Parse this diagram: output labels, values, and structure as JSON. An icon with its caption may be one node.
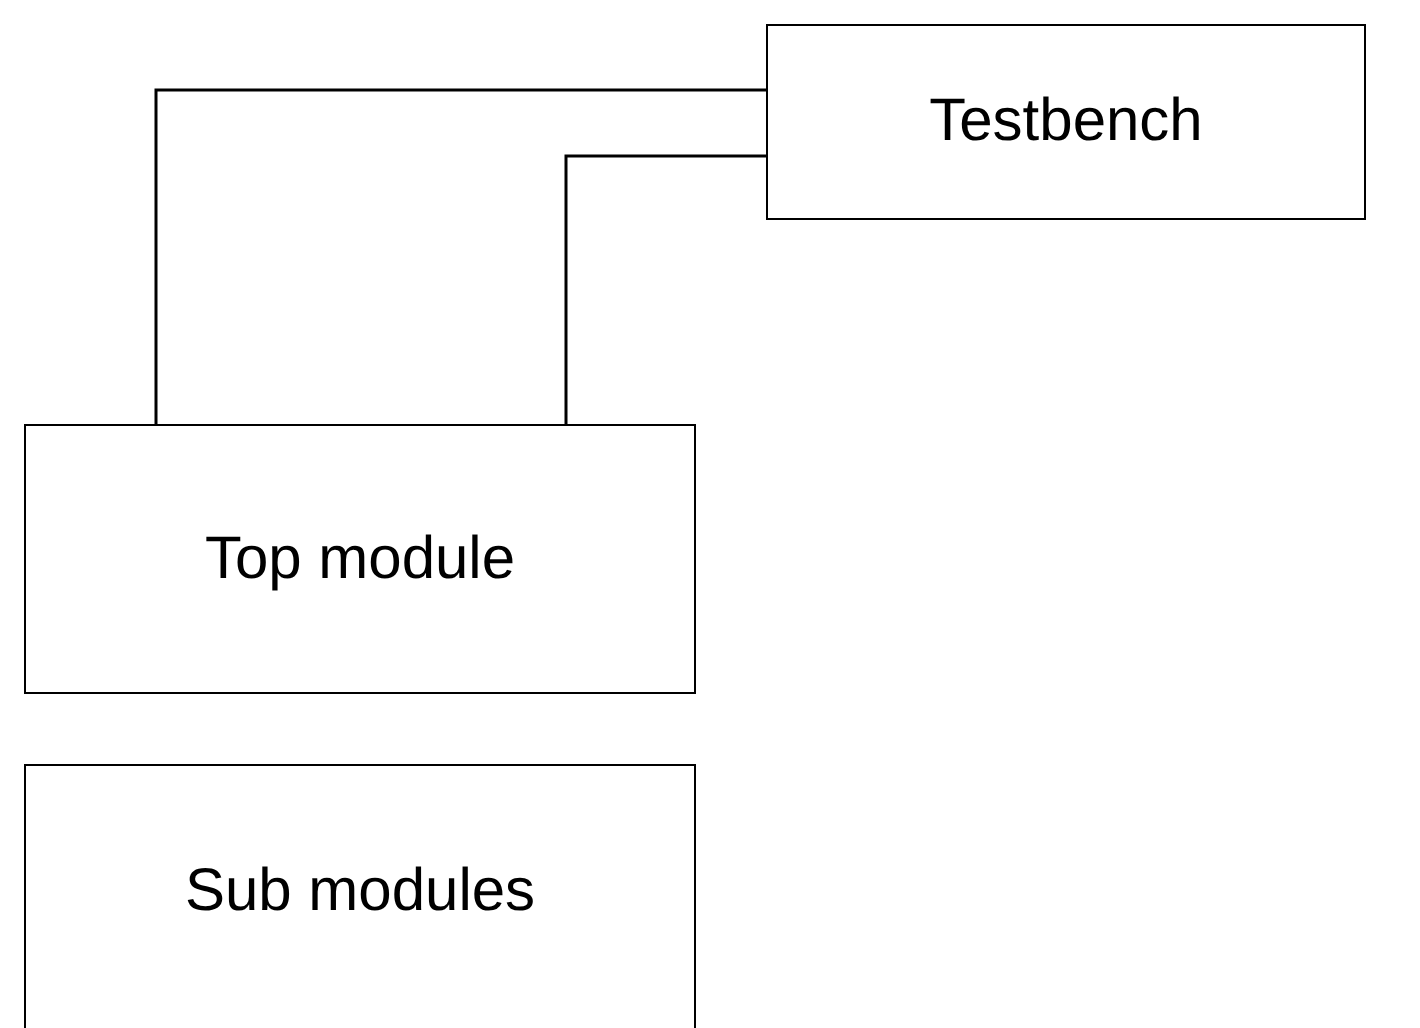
{
  "diagram": {
    "nodes": [
      {
        "text": [
          "Testbench"
        ]
      },
      {
        "text": [
          "Top module"
        ]
      },
      {
        "text": [
          "Sub modules"
        ]
      }
    ],
    "edges": [
      {
        "from": 0,
        "to": 1,
        "arrow": "none"
      },
      {
        "from": 0,
        "to": 1,
        "arrow": "none"
      }
    ]
  }
}
